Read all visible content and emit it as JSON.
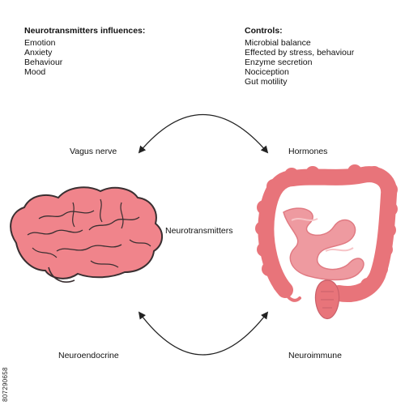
{
  "left_block": {
    "title": "Neurotransmitters influences:",
    "items": [
      "Emotion",
      "Anxiety",
      "Behaviour",
      "Mood"
    ]
  },
  "right_block": {
    "title": "Controls:",
    "items": [
      "Microbial balance",
      "Effected by stress, behaviour",
      "Enzyme secretion",
      "Nociception",
      "Gut motility"
    ]
  },
  "labels": {
    "vagus_nerve": "Vagus nerve",
    "hormones": "Hormones",
    "neurotransmitters": "Neurotransmitters",
    "neuroendocrine": "Neuroendocrine",
    "neuroimmune": "Neuroimmune"
  },
  "stock_id": "807290658",
  "colors": {
    "brain_fill": "#f0848b",
    "brain_outline": "#3a2f31",
    "colon_fill": "#e8747a",
    "small_intestine_fill": "#ee9aa0",
    "arrow": "#222222",
    "text": "#111111"
  },
  "icons": [
    "brain-icon",
    "intestine-icon",
    "cycle-arrow-top-icon",
    "cycle-arrow-bottom-icon"
  ]
}
